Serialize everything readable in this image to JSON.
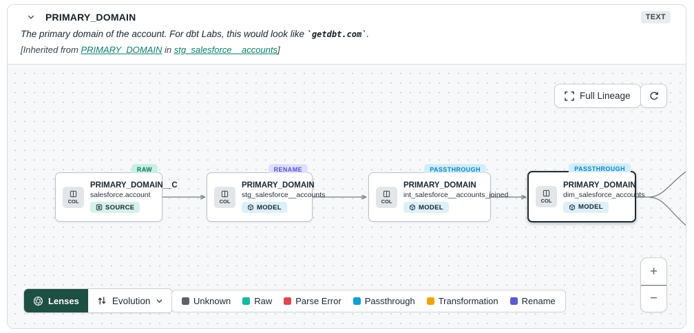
{
  "header": {
    "title": "PRIMARY_DOMAIN",
    "type_badge": "TEXT",
    "description": {
      "prefix": "The primary domain of the account. For dbt Labs, this would look like ",
      "code": "`getdbt.com`",
      "suffix": "."
    },
    "inherited": {
      "prefix": "[Inherited from ",
      "column_link": "PRIMARY_DOMAIN",
      "middle": " in ",
      "model_link": "stg_salesforce__accounts",
      "suffix": "]"
    }
  },
  "toolbar": {
    "full_lineage": "Full Lineage"
  },
  "graph": {
    "nodes": [
      {
        "badge": "RAW",
        "badge_bg": "#c6f1e2",
        "badge_fg": "#15705c",
        "title": "PRIMARY_DOMAIN__C",
        "subtitle": "salesforce.account",
        "col": "COL",
        "tag": "SOURCE",
        "tag_bg": "#d6f2ea"
      },
      {
        "badge": "RENAME",
        "badge_bg": "#dedffb",
        "badge_fg": "#5551cf",
        "title": "PRIMARY_DOMAIN",
        "subtitle": "stg_salesforce__accounts",
        "col": "COL",
        "tag": "MODEL",
        "tag_bg": "#dcf0fa"
      },
      {
        "badge": "PASSTHROUGH",
        "badge_bg": "#d2ecfa",
        "badge_fg": "#0b86c2",
        "title": "PRIMARY_DOMAIN",
        "subtitle": "int_salesforce__accounts_joined",
        "col": "COL",
        "tag": "MODEL",
        "tag_bg": "#dcf0fa"
      },
      {
        "badge": "PASSTHROUGH",
        "badge_bg": "#d2ecfa",
        "badge_fg": "#0b86c2",
        "title": "PRIMARY_DOMAIN",
        "subtitle": "dim_salesforce_accounts",
        "col": "COL",
        "tag": "MODEL",
        "tag_bg": "#dcf0fa"
      }
    ]
  },
  "controls": {
    "lenses_label": "Lenses",
    "lens_selected": "Evolution",
    "zoom_in": "+",
    "zoom_out": "−"
  },
  "legend": {
    "items": [
      {
        "label": "Unknown",
        "color": "#5d6269"
      },
      {
        "label": "Raw",
        "color": "#16b8a2"
      },
      {
        "label": "Parse Error",
        "color": "#e1474e"
      },
      {
        "label": "Passthrough",
        "color": "#0f9fd6"
      },
      {
        "label": "Transformation",
        "color": "#efa40d"
      },
      {
        "label": "Rename",
        "color": "#5a5cd3"
      }
    ]
  }
}
